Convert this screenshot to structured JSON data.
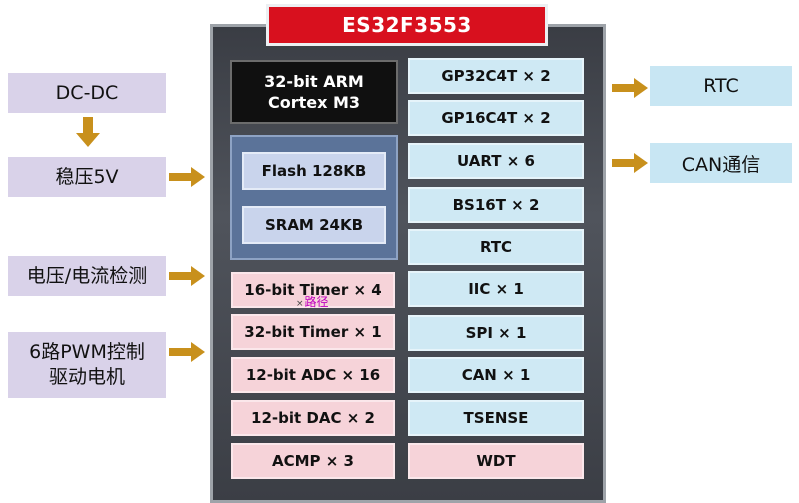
{
  "chip": {
    "title": "ES32F3553"
  },
  "cpu": {
    "line1": "32-bit ARM",
    "line2": "Cortex M3"
  },
  "memory": [
    "Flash 128KB",
    "SRAM 24KB"
  ],
  "left_column": [
    "16-bit Timer × 4",
    "32-bit Timer × 1",
    "12-bit ADC × 16",
    "12-bit DAC × 2",
    "ACMP × 3"
  ],
  "right_column": [
    "GP32C4T × 2",
    "GP16C4T × 2",
    "UART × 6",
    "BS16T × 2",
    "RTC",
    "IIC × 1",
    "SPI × 1",
    "CAN × 1",
    "TSENSE",
    "WDT"
  ],
  "external_left": {
    "dcdc": "DC-DC",
    "regulator": "稳压5V",
    "sensing": "电压/电流检测",
    "pwm_line1": "6路PWM控制",
    "pwm_line2": "驱动电机"
  },
  "external_right": {
    "rtc": "RTC",
    "can": "CAN通信"
  },
  "overlay": {
    "marker": "路径"
  },
  "colors": {
    "title_red": "#d8101e",
    "chip_dark": "#3a3d44",
    "memory_blue": "#5b7399",
    "peripheral_pink": "#f6d3d9",
    "peripheral_blue": "#cfe9f4",
    "external_purple": "#d9d2e9",
    "external_blue": "#c8e6f3",
    "arrow_gold": "#c8901c"
  }
}
